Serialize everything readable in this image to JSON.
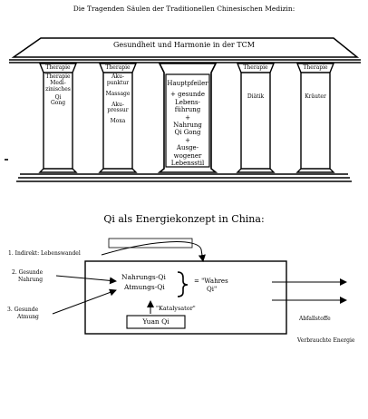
{
  "temple": {
    "title": "Die Tragenden Säulen der Traditionellen Chinesischen Medizin:",
    "roof_text": "Gesundheit und Harmonie in der TCM",
    "columns": [
      {
        "lines": [
          "Therapie",
          "Therapie",
          "Medi-",
          "zinisches",
          "Qi",
          "Gong"
        ]
      },
      {
        "lines": [
          "Therapie",
          "Aku-",
          "punktur",
          "Massage",
          "Aku-",
          "pressur",
          "Moxa"
        ]
      },
      {
        "lines": [
          "Hauptpfeiler",
          "+ gesunde",
          "Lebens-",
          "führung",
          "+",
          "Nahrung",
          "Qi Gong",
          "+",
          "Ausge-",
          "wogener",
          "Lebensstil"
        ]
      },
      {
        "lines": [
          "Therapie",
          "Diätik"
        ]
      },
      {
        "lines": [
          "Therapie",
          "Kräuter"
        ]
      }
    ]
  },
  "qi": {
    "title": "Qi als Energiekonzept in China:",
    "inputs": {
      "indirekt": "1. Indirekt: Lebenswandel",
      "nahrung_1": "2. Gesunde",
      "nahrung_2": "Nahrung",
      "atmung_1": "3. Gesunde",
      "atmung_2": "Atmung"
    },
    "box": {
      "nahrungs_qi": "Nahrungs-Qi",
      "atmungs_qi": "Atmungs-Qi",
      "wahres_qi_1": "= \"Wahres",
      "wahres_qi_2": "Qi\"",
      "katalysator": "\"Katalysator\"",
      "yuan_qi": "Yuan Qi"
    },
    "outputs": {
      "abfallstoffe": "Abfallstoffe",
      "verbrauchte_energie": "Verbrauchte Energie"
    }
  }
}
